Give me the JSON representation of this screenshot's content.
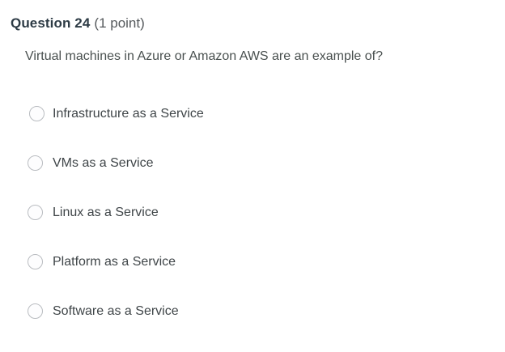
{
  "question": {
    "number_label": "Question 24",
    "points_label": "(1 point)",
    "text": "Virtual machines in Azure or Amazon AWS are an example of?",
    "answers": [
      {
        "label": "Infrastructure as a Service",
        "selected": false,
        "radio_icon": "radio-unchecked-icon"
      },
      {
        "label": "VMs as a Service",
        "selected": false,
        "radio_icon": "radio-unchecked-icon"
      },
      {
        "label": "Linux as a Service",
        "selected": false,
        "radio_icon": "radio-unchecked-icon"
      },
      {
        "label": "Platform as a Service",
        "selected": false,
        "radio_icon": "radio-unchecked-icon"
      },
      {
        "label": "Software as a Service",
        "selected": false,
        "radio_icon": "radio-unchecked-icon"
      }
    ]
  },
  "colors": {
    "background": "#ffffff",
    "title_text": "#2d3b45",
    "body_text": "#3f4548",
    "muted_text": "#55595c",
    "radio_border": "#b9bcc0"
  }
}
